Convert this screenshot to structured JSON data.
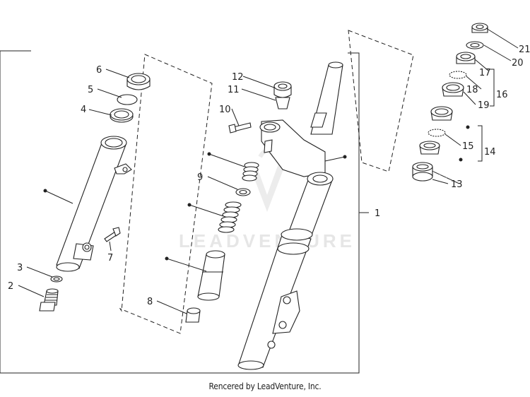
{
  "watermark": {
    "text": "LEADVENTURE"
  },
  "footer": {
    "text": "Rencered by LeadVenture, Inc."
  },
  "callouts": [
    {
      "id": "1",
      "label": "1"
    },
    {
      "id": "2",
      "label": "2"
    },
    {
      "id": "3",
      "label": "3"
    },
    {
      "id": "4",
      "label": "4"
    },
    {
      "id": "5",
      "label": "5"
    },
    {
      "id": "6",
      "label": "6"
    },
    {
      "id": "7",
      "label": "7"
    },
    {
      "id": "8",
      "label": "8"
    },
    {
      "id": "9",
      "label": "9"
    },
    {
      "id": "10",
      "label": "10"
    },
    {
      "id": "11",
      "label": "11"
    },
    {
      "id": "12",
      "label": "12"
    },
    {
      "id": "13",
      "label": "13"
    },
    {
      "id": "14",
      "label": "14"
    },
    {
      "id": "15",
      "label": "15"
    },
    {
      "id": "16",
      "label": "16"
    },
    {
      "id": "17",
      "label": "17"
    },
    {
      "id": "18",
      "label": "18"
    },
    {
      "id": "19",
      "label": "19"
    },
    {
      "id": "20",
      "label": "20"
    },
    {
      "id": "21",
      "label": "21"
    }
  ]
}
